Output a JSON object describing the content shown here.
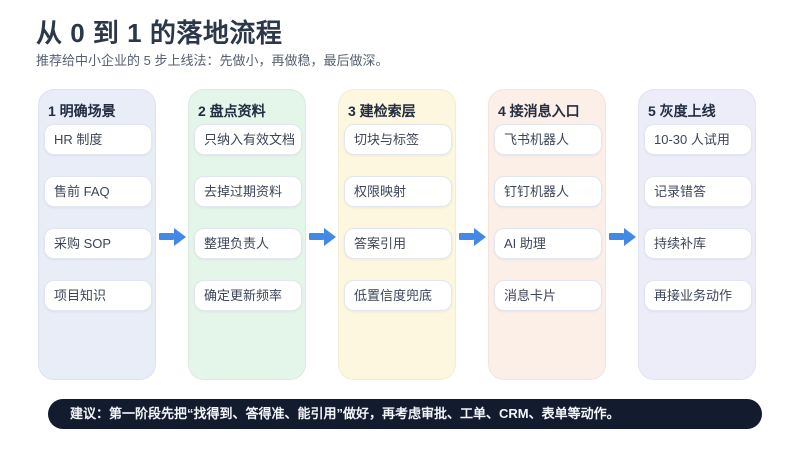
{
  "page": {
    "title": "从 0 到 1 的落地流程",
    "subtitle": "推荐给中小企业的 5 步上线法：先做小，再做稳，最后做深。"
  },
  "colors": {
    "arrow": "#4289e6",
    "advice_bg": "#131b2e",
    "card_bg": "#ffffff",
    "title_text": "#2b3849"
  },
  "columns": [
    {
      "title": "1 明确场景",
      "accent": "#e8edf8",
      "items": [
        "HR 制度",
        "售前 FAQ",
        "采购 SOP",
        "项目知识"
      ]
    },
    {
      "title": "2 盘点资料",
      "accent": "#e4f5ea",
      "items": [
        "只纳入有效文档",
        "去掉过期资料",
        "整理负责人",
        "确定更新频率"
      ]
    },
    {
      "title": "3 建检索层",
      "accent": "#fcf7de",
      "items": [
        "切块与标签",
        "权限映射",
        "答案引用",
        "低置信度兜底"
      ]
    },
    {
      "title": "4 接消息入口",
      "accent": "#fcefe7",
      "items": [
        "飞书机器人",
        "钉钉机器人",
        "AI 助理",
        "消息卡片"
      ]
    },
    {
      "title": "5 灰度上线",
      "accent": "#ededfa",
      "items": [
        "10-30 人试用",
        "记录错答",
        "持续补库",
        "再接业务动作"
      ]
    }
  ],
  "advice": {
    "text": "建议：第一阶段先把“找得到、答得准、能引用”做好，再考虑审批、工单、CRM、表单等动作。"
  }
}
